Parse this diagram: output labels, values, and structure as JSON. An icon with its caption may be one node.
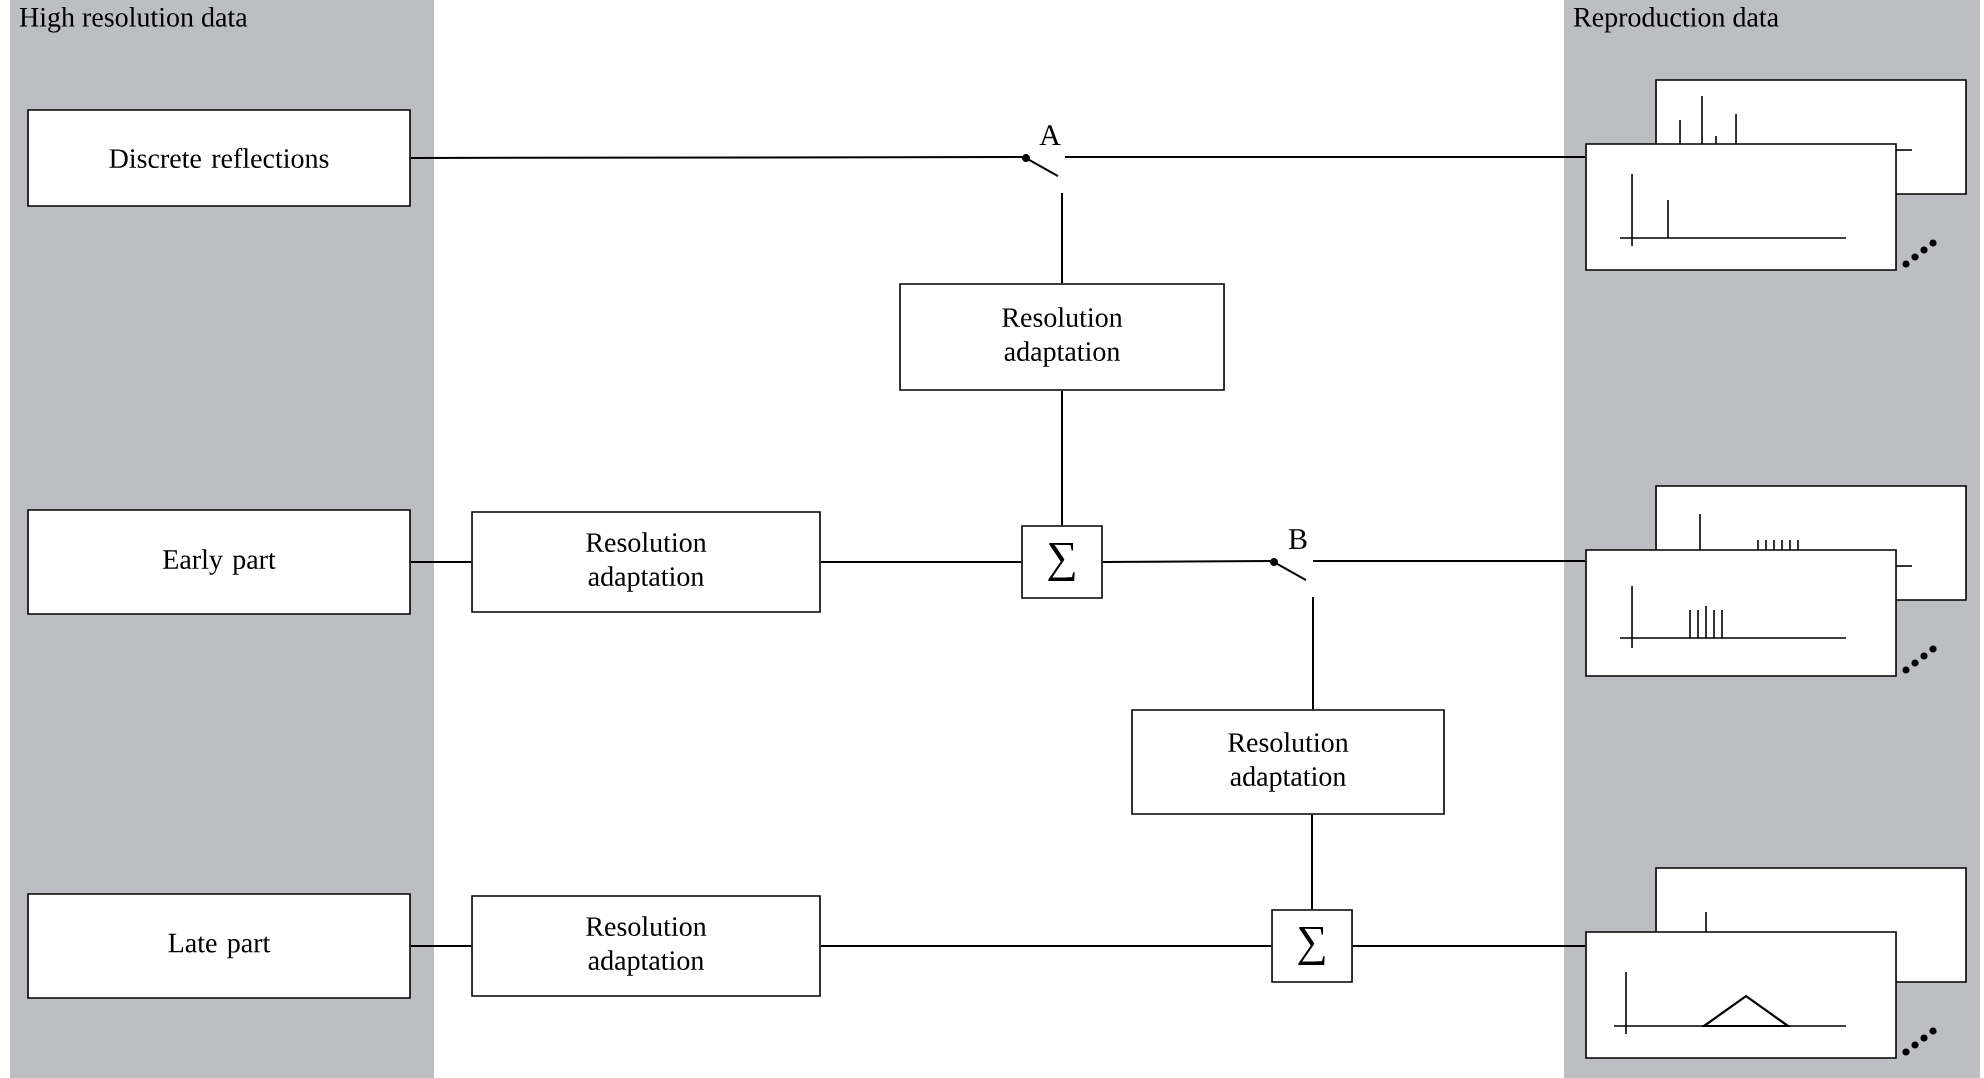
{
  "diagram": {
    "nodes": [
      {
        "text": [
          "High resolution data"
        ]
      },
      {
        "text": [
          "Discrete reflections"
        ],
        "in": 0
      },
      {
        "text": [
          "Early part"
        ],
        "in": 0
      },
      {
        "text": [
          "Late part"
        ],
        "in": 0
      },
      {
        "text": [
          "Reproduction data"
        ]
      },
      {
        "text": [
          "Resolution adaptation"
        ]
      },
      {
        "text": [
          "Resolution adaptation"
        ]
      },
      {
        "text": [
          "∑"
        ]
      },
      {
        "text": [
          "Resolution adaptation"
        ]
      },
      {
        "text": [
          "Resolution adaptation"
        ]
      },
      {
        "text": [
          "∑"
        ]
      },
      {
        "text": [],
        "shape": "switch",
        "beside": [
          "A"
        ]
      },
      {
        "text": [],
        "shape": "switch",
        "beside": [
          "B"
        ]
      },
      {
        "text": [],
        "shape": "picture",
        "in": 4
      },
      {
        "text": [],
        "shape": "picture",
        "in": 4
      },
      {
        "text": [],
        "shape": "picture",
        "in": 4
      }
    ],
    "edges": [
      {
        "from": 1,
        "to": 11,
        "arrow": "none"
      },
      {
        "from": 11,
        "to": 13,
        "arrow": "none"
      },
      {
        "from": 5,
        "to": 11,
        "arrow": "none"
      },
      {
        "from": 5,
        "to": 7,
        "arrow": "none"
      },
      {
        "from": 2,
        "to": 6,
        "arrow": "none"
      },
      {
        "from": 6,
        "to": 7,
        "arrow": "none"
      },
      {
        "from": 7,
        "to": 12,
        "arrow": "none"
      },
      {
        "from": 12,
        "to": 14,
        "arrow": "none"
      },
      {
        "from": 8,
        "to": 12,
        "arrow": "none"
      },
      {
        "from": 8,
        "to": 10,
        "arrow": "none"
      },
      {
        "from": 3,
        "to": 9,
        "arrow": "none"
      },
      {
        "from": 9,
        "to": 10,
        "arrow": "none"
      },
      {
        "from": 10,
        "to": 15,
        "arrow": "none"
      }
    ]
  }
}
